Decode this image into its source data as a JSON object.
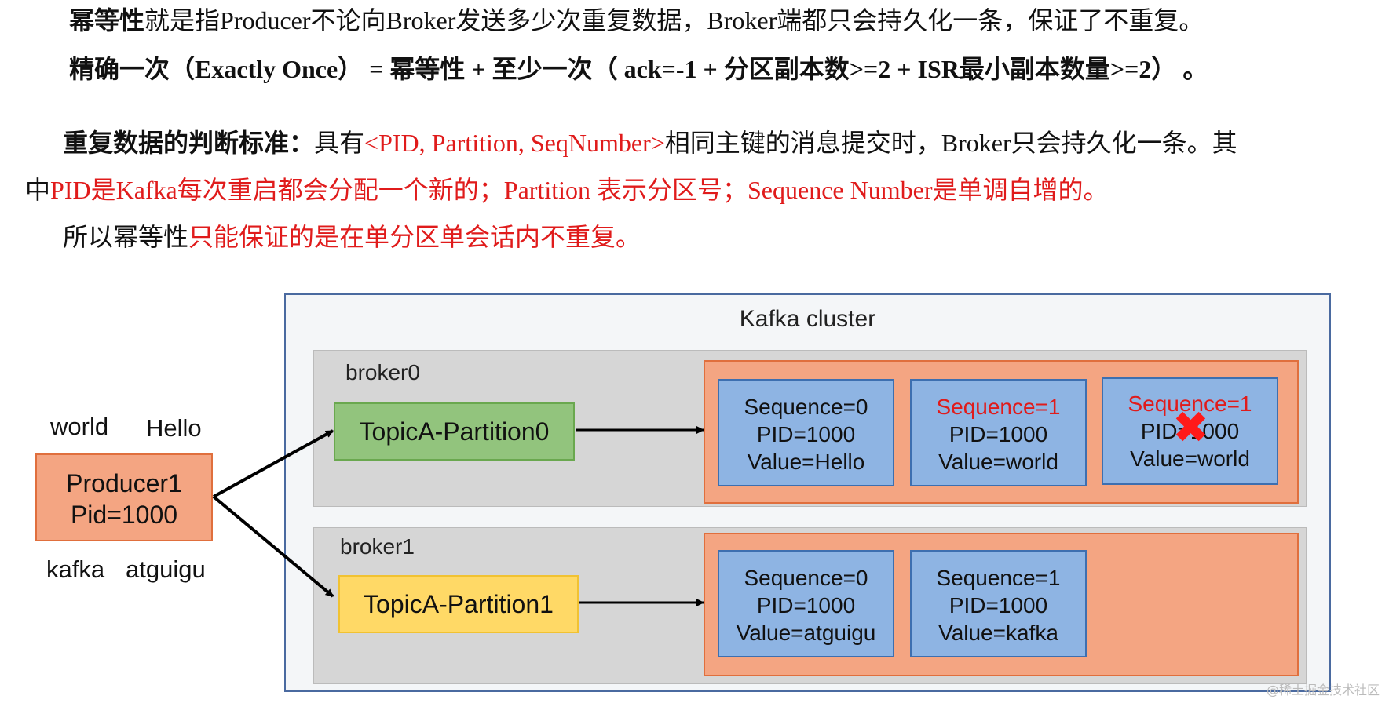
{
  "text": {
    "line1": {
      "bold": "幂等性",
      "rest": "就是指Producer不论向Broker发送多少次重复数据，Broker端都只会持久化一条，保证了不重复。"
    },
    "line2": "精确一次（Exactly Once） = 幂等性 + 至少一次（ ack=-1 + 分区副本数>=2 + ISR最小副本数量>=2） 。",
    "line3": {
      "bold": "重复数据的判断标准：",
      "plain1": "具有",
      "red1": "<PID, Partition, SeqNumber>",
      "plain2": "相同主键的消息提交时，Broker只会持久化一条。其"
    },
    "line4": {
      "plain1": "中",
      "red1": "PID是Kafka每次重启都会分配一个新的；",
      "red2": "Partition 表示分区号；",
      "red3": "Sequence Number是单调自增的。"
    },
    "line5": {
      "plain": "所以幂等性",
      "red": "只能保证的是在单分区单会话内不重复。"
    }
  },
  "diagram": {
    "cluster_title": "Kafka cluster",
    "producer": {
      "line1": "Producer1",
      "line2": "Pid=1000"
    },
    "messages": {
      "world": "world",
      "hello": "Hello",
      "kafka": "kafka",
      "atguigu": "atguigu"
    },
    "brokers": [
      {
        "label": "broker0",
        "partition": "TopicA-Partition0",
        "records": [
          {
            "seq": "Sequence=0",
            "pid": "PID=1000",
            "value": "Value=Hello",
            "highlight": false
          },
          {
            "seq": "Sequence=1",
            "pid": "PID=1000",
            "value": "Value=world",
            "highlight": true
          },
          {
            "seq": "Sequence=1",
            "pid": "PID=1000",
            "value": "Value=world",
            "highlight": true,
            "rejected": true
          }
        ]
      },
      {
        "label": "broker1",
        "partition": "TopicA-Partition1",
        "records": [
          {
            "seq": "Sequence=0",
            "pid": "PID=1000",
            "value": "Value=atguigu",
            "highlight": false
          },
          {
            "seq": "Sequence=1",
            "pid": "PID=1000",
            "value": "Value=kafka",
            "highlight": false
          }
        ]
      }
    ],
    "reject_icon": "cross-mark-icon"
  },
  "watermark": "@稀土掘金技术社区",
  "colors": {
    "red_text": "#e01b1b",
    "green_partition": "#92c47d",
    "yellow_partition": "#ffd966",
    "orange": "#f4a582",
    "blue_record": "#8eb4e3"
  }
}
